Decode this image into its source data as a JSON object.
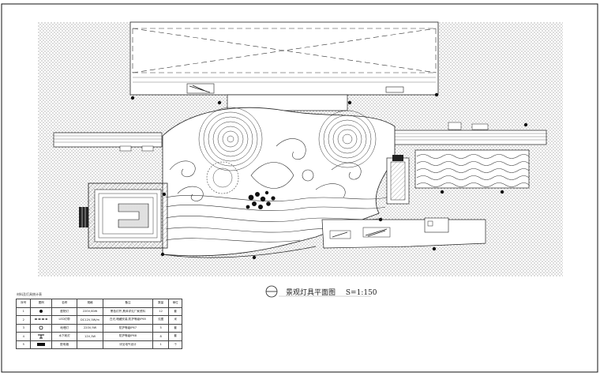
{
  "drawing": {
    "title": "景观灯具平面图",
    "scale": "S=1:150"
  },
  "legend": {
    "caption": "材料及灯具统计表",
    "headers": [
      "序号",
      "图例",
      "名称",
      "规格",
      "备注",
      "数量",
      "单位"
    ],
    "rows": [
      {
        "no": "1",
        "symbol": "dot-symbol",
        "name": "庭院灯",
        "spec": "220V,60W",
        "note": "黑色灯杆,具体详见厂家资料",
        "qty": "12",
        "unit": "套"
      },
      {
        "no": "2",
        "symbol": "dash-line-symbol",
        "name": "LED灯带",
        "spec": "DC12V,5W/m",
        "note": "白光,暗藏安装,防护等级IP65",
        "qty": "见图",
        "unit": "米"
      },
      {
        "no": "3",
        "symbol": "ring-symbol",
        "name": "地埋灯",
        "spec": "220V,9W",
        "note": "防护等级IP67",
        "qty": "5",
        "unit": "套"
      },
      {
        "no": "4",
        "symbol": "fountain-symbol",
        "name": "水下射灯",
        "spec": "12V,3W",
        "note": "防护等级IP68",
        "qty": "8",
        "unit": "套"
      },
      {
        "no": "5",
        "symbol": "box-symbol",
        "name": "配电箱",
        "spec": "",
        "note": "详见电气设计",
        "qty": "1",
        "unit": "个"
      }
    ]
  }
}
